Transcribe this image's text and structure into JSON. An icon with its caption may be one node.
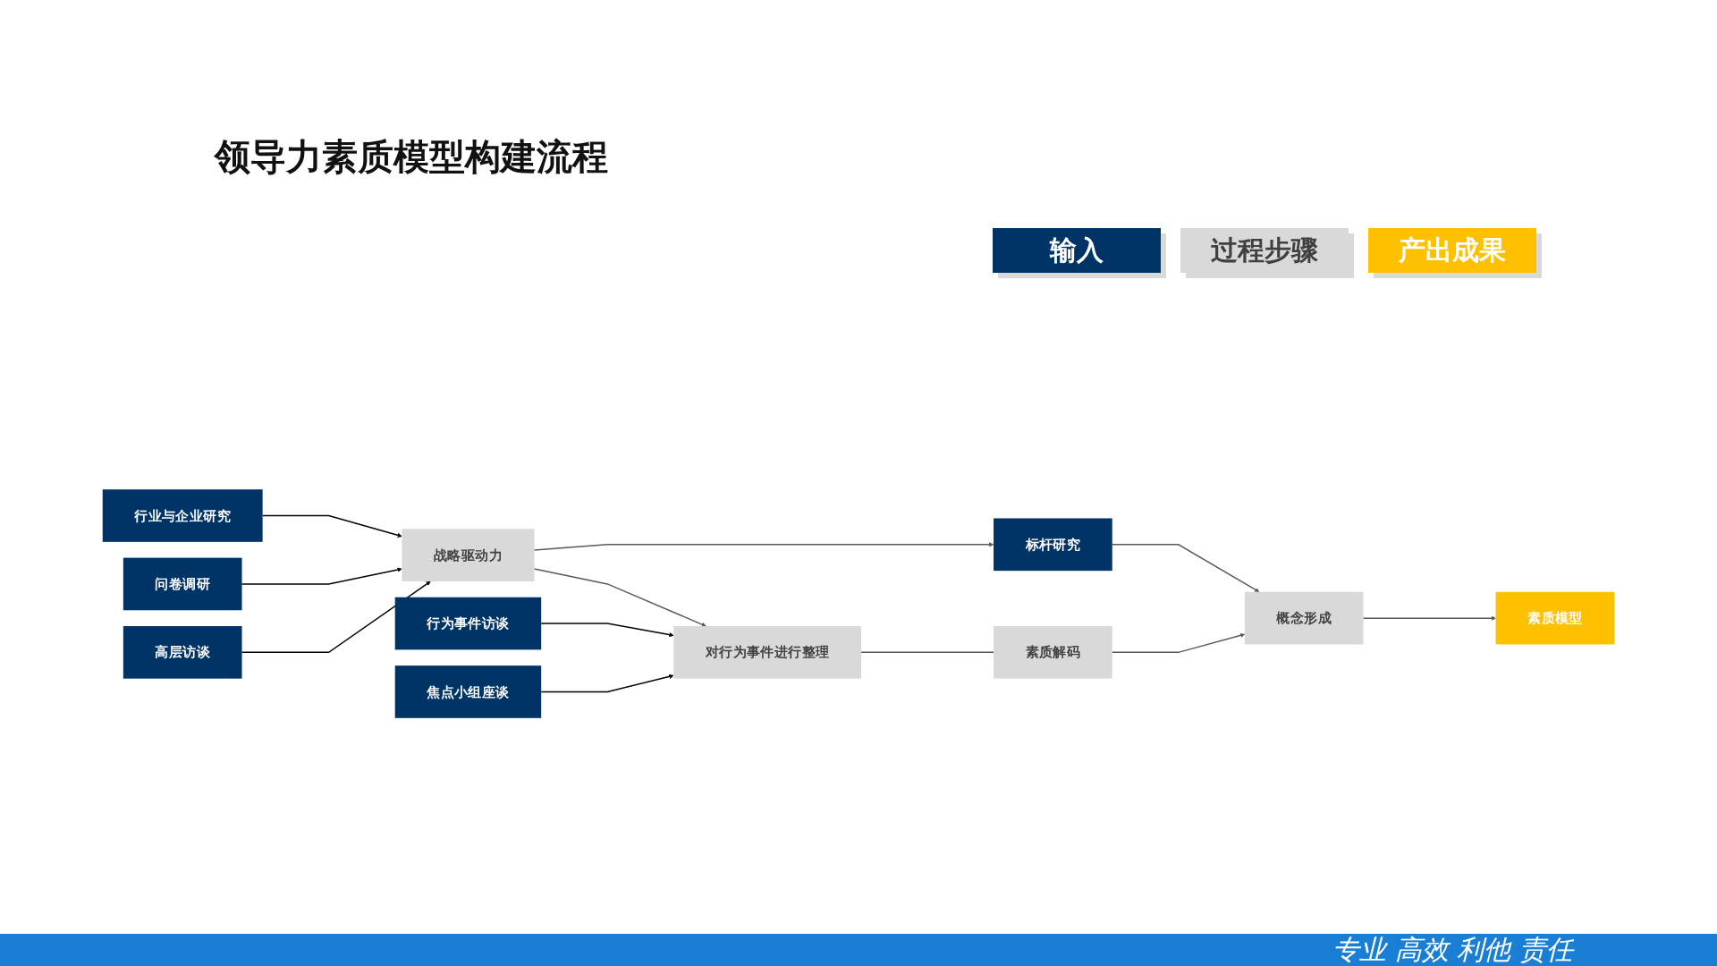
{
  "diagram": {
    "title": "领导力素质模型构建流程",
    "nodes": [
      {
        "text": [
          "行业与企业研究"
        ]
      },
      {
        "text": [
          "问卷调研"
        ]
      },
      {
        "text": [
          "高层访谈"
        ]
      },
      {
        "text": [
          "战略驱动力"
        ]
      },
      {
        "text": [
          "标杆研究"
        ]
      },
      {
        "text": [
          "行为事件访谈"
        ]
      },
      {
        "text": [
          "焦点小组座谈"
        ]
      },
      {
        "text": [
          "对行为事件进行整理"
        ]
      },
      {
        "text": [
          "素质解码"
        ]
      },
      {
        "text": [
          "概念形成"
        ]
      },
      {
        "text": [
          "素质模型"
        ]
      }
    ],
    "edges": [
      {
        "from": 0,
        "to": 3,
        "arrow": "to",
        "color": "#000000"
      },
      {
        "from": 1,
        "to": 3,
        "arrow": "to",
        "color": "#000000"
      },
      {
        "from": 2,
        "to": 3,
        "arrow": "to",
        "color": "#000000"
      },
      {
        "from": 3,
        "to": 4,
        "arrow": "to"
      },
      {
        "from": 3,
        "to": 7,
        "arrow": "to"
      },
      {
        "from": 4,
        "to": 9,
        "arrow": "to"
      },
      {
        "from": 5,
        "to": 7,
        "arrow": "to",
        "color": "#000000"
      },
      {
        "from": 6,
        "to": 7,
        "arrow": "to",
        "color": "#000000"
      },
      {
        "from": 7,
        "to": 8,
        "arrow": "none"
      },
      {
        "from": 8,
        "to": 9,
        "arrow": "to"
      },
      {
        "from": 9,
        "to": 10,
        "arrow": "to"
      }
    ],
    "labels": [
      "专业 高效 利他 责任"
    ],
    "legend": [
      {
        "text": "输入",
        "color": "#003366"
      },
      {
        "text": "过程步骤",
        "color": "#d9d9d9"
      },
      {
        "text": "产出成果",
        "color": "#ffc000"
      }
    ]
  }
}
